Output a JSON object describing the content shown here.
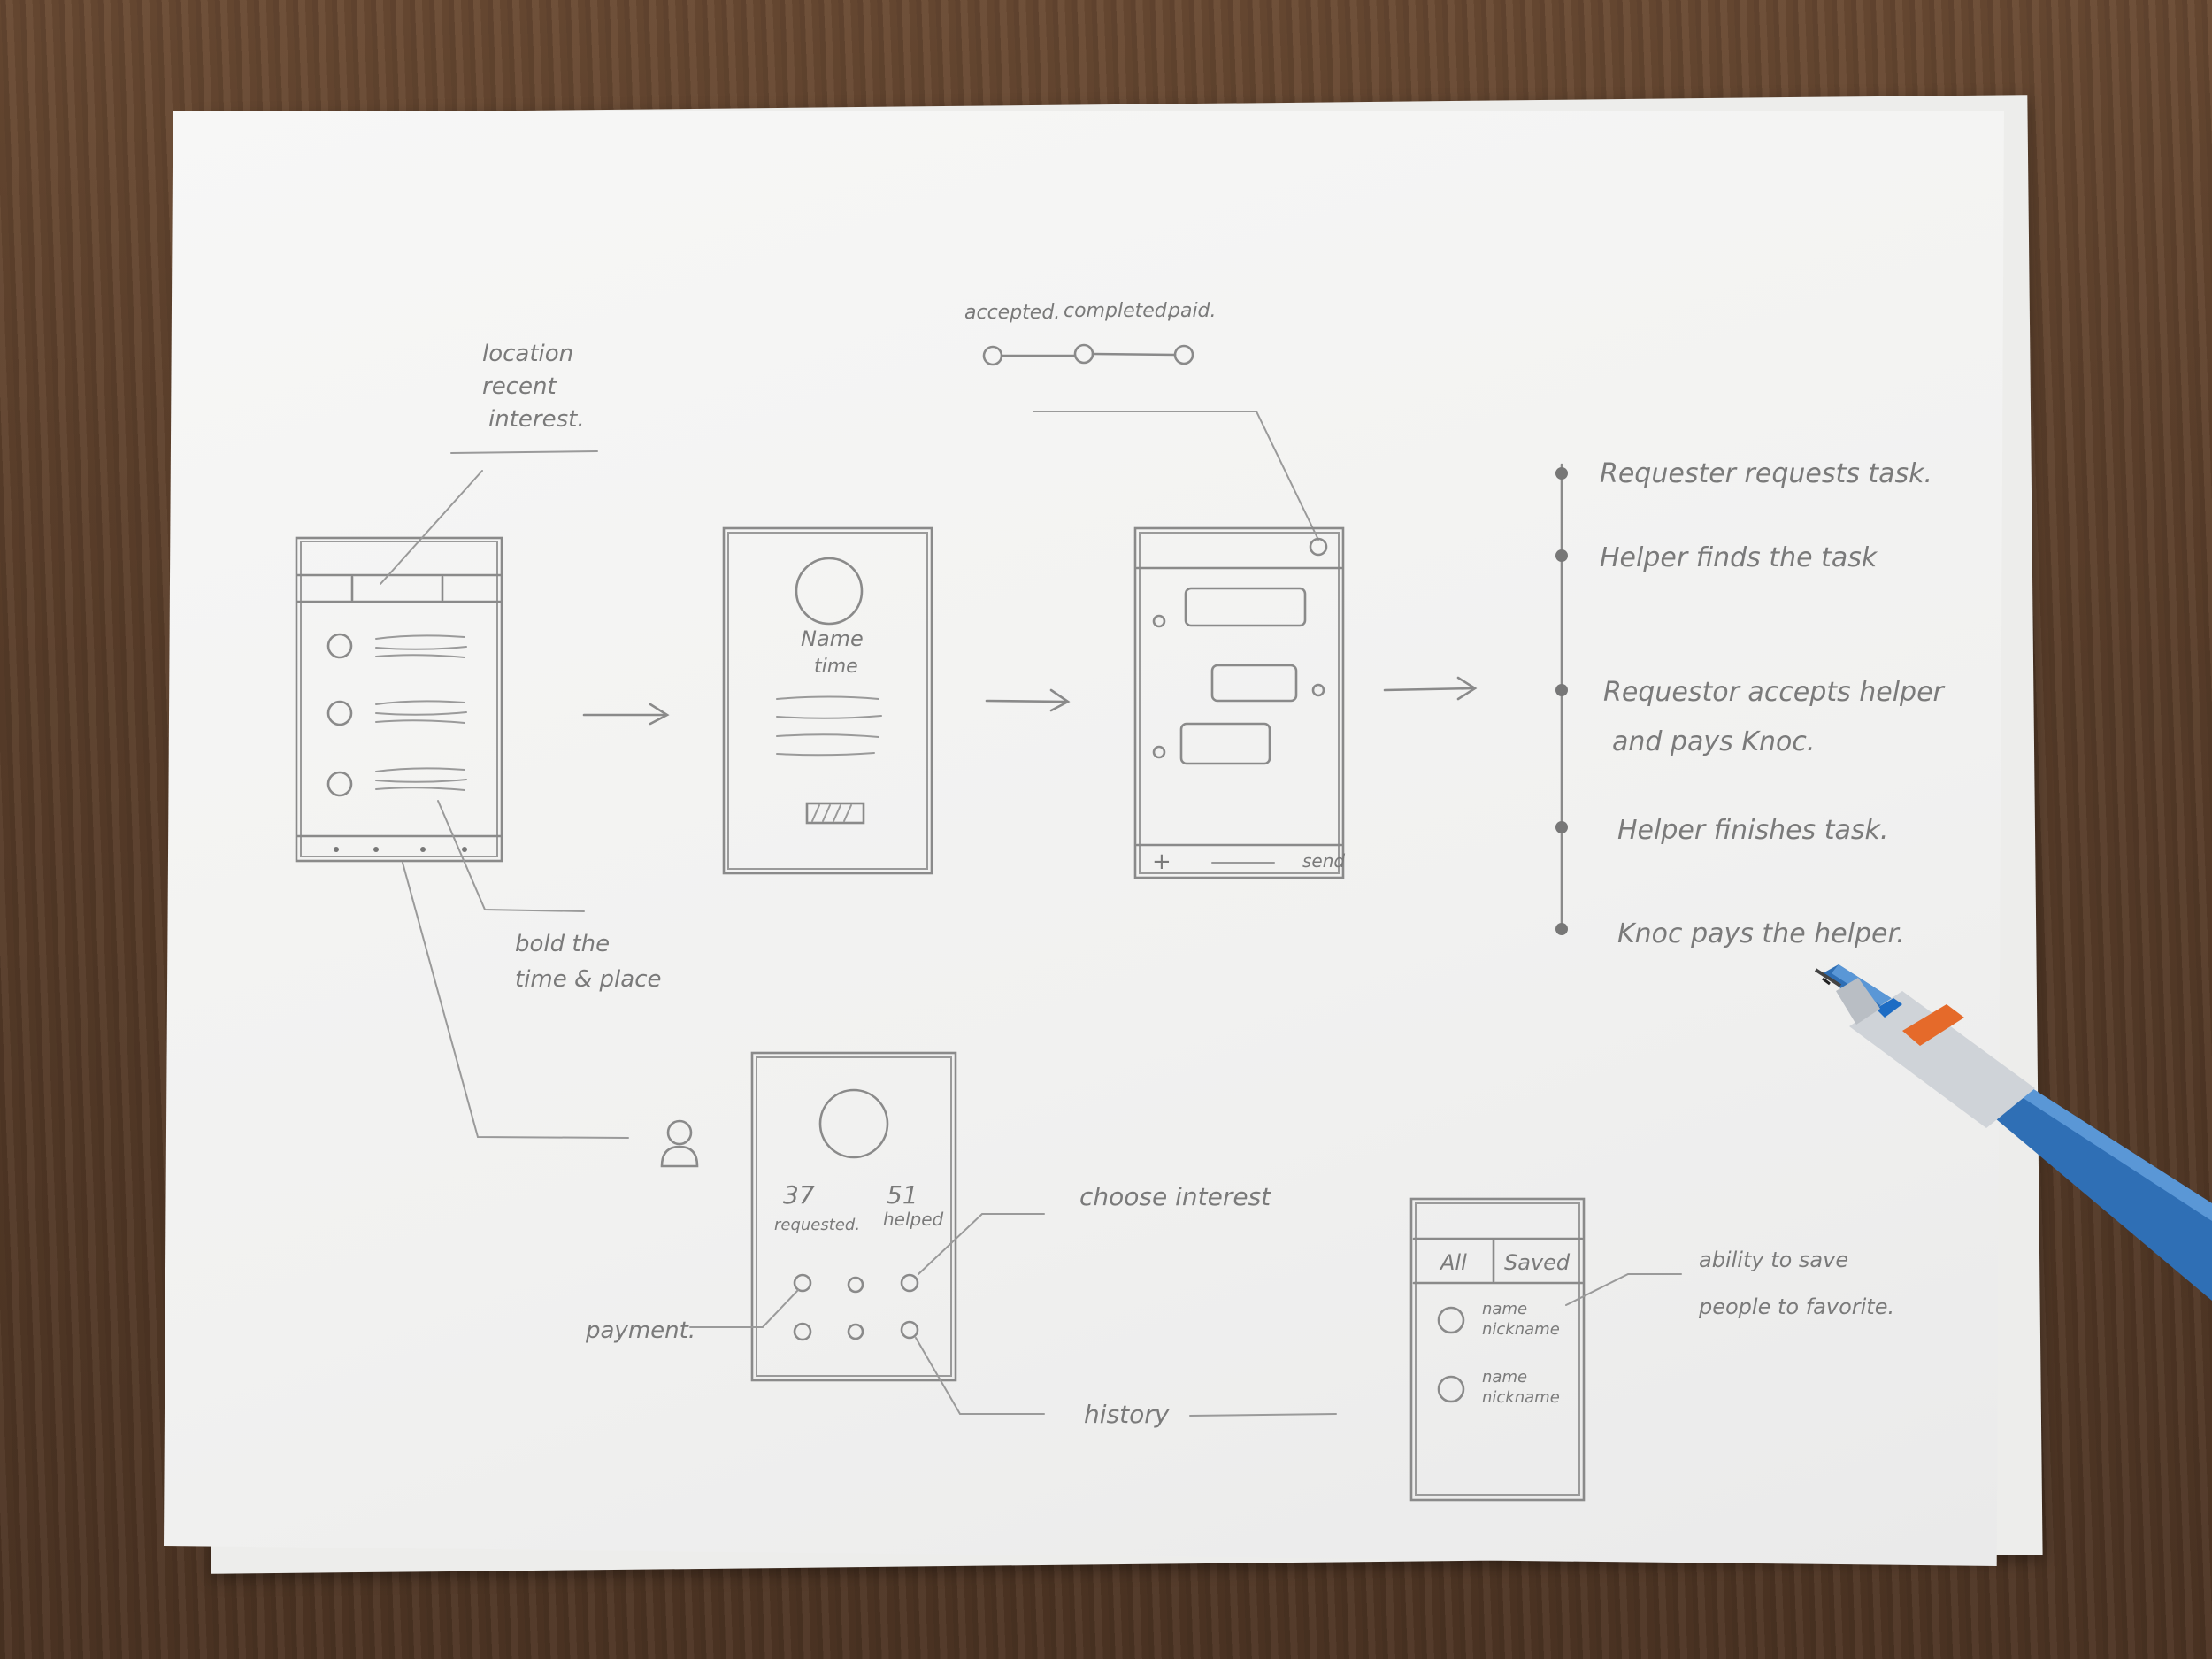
{
  "annotations": {
    "location_note": [
      "location",
      "recent",
      "interest."
    ],
    "bold_note": [
      "bold the",
      "time & place"
    ],
    "status_steps": [
      "accepted.",
      "completed.",
      "paid."
    ],
    "profile_name": "Name",
    "profile_time": "time",
    "chat_send": "send",
    "chat_plus": "+",
    "requested_count": "37",
    "requested_label": "requested.",
    "helped_count": "51",
    "helped_label": "helped",
    "choose_interest": "choose interest",
    "payment": "payment.",
    "history": "history",
    "tab_all": "All",
    "tab_saved": "Saved",
    "contact_name": "name",
    "contact_nickname": "nickname",
    "save_note": [
      "ability to save",
      "people to favorite."
    ]
  },
  "timeline": [
    "Requester requests task.",
    "Helper finds the task",
    "Requestor accepts helper",
    "and pays Knoc.",
    "Helper finishes task.",
    "Knoc pays the helper."
  ]
}
